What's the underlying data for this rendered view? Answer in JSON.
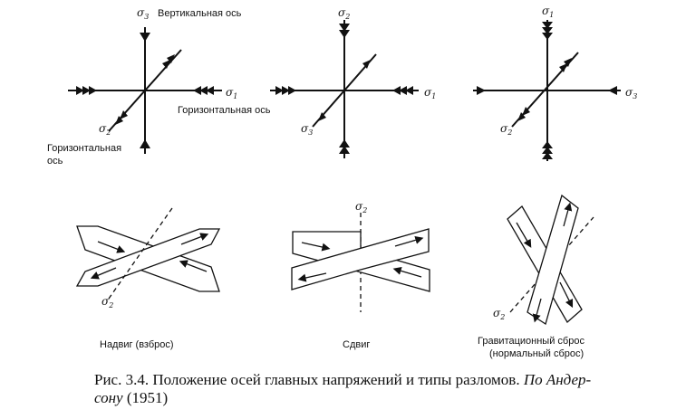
{
  "diagrams": {
    "d1": {
      "sigma_top": {
        "sym": "σ",
        "idx": "3"
      },
      "vertical_axis_label": "Вертикальная ось",
      "sigma_right": {
        "sym": "σ",
        "idx": "1"
      },
      "sigma_lower_left": {
        "sym": "σ",
        "idx": "2"
      },
      "horizontal_axis_label": "Горизонтальная ось",
      "horizontal_axis_label_2_line1": "Горизонтальная",
      "horizontal_axis_label_2_line2": "ось"
    },
    "d2": {
      "sigma_top": {
        "sym": "σ",
        "idx": "2"
      },
      "sigma_right": {
        "sym": "σ",
        "idx": "1"
      },
      "sigma_lower_left": {
        "sym": "σ",
        "idx": "3"
      }
    },
    "d3": {
      "sigma_top": {
        "sym": "σ",
        "idx": "1"
      },
      "sigma_right": {
        "sym": "σ",
        "idx": "3"
      },
      "sigma_lower_left": {
        "sym": "σ",
        "idx": "2"
      }
    }
  },
  "faults": {
    "thrust": {
      "label": "Надвиг (взброс)",
      "sigma": {
        "sym": "σ",
        "idx": "2"
      }
    },
    "strike_slip": {
      "label": "Сдвиг",
      "sigma": {
        "sym": "σ",
        "idx": "2"
      }
    },
    "normal": {
      "label_line1": "Гравитационный сброс",
      "label_line2": "(нормальный сброс)",
      "sigma": {
        "sym": "σ",
        "idx": "2"
      }
    }
  },
  "caption": {
    "prefix": "Рис. 3.4. Положение осей главных напряжений и типы разломов.",
    "author_italic": "По Андер-",
    "author_italic_2": "сону",
    "year": "(1951)"
  }
}
